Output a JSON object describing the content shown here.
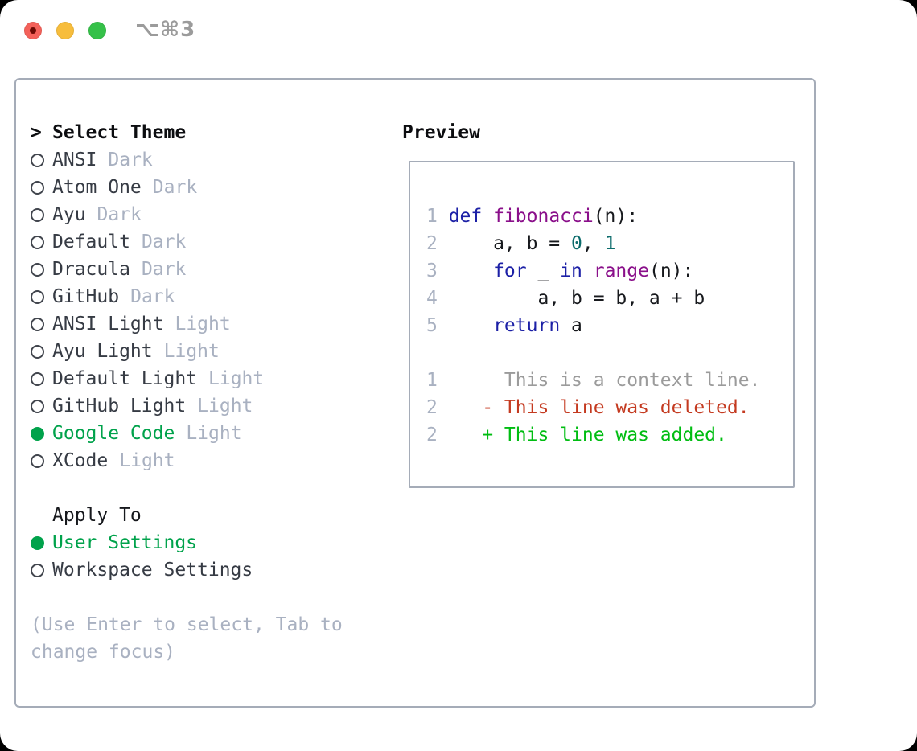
{
  "window": {
    "title": "⌥⌘3",
    "traffic_lights": {
      "close_color": "#f4615a",
      "close_dot_color": "#6d0a04",
      "minimize_color": "#f7bd3c",
      "zoom_color": "#35c149"
    }
  },
  "theme_picker": {
    "header_marker": ">",
    "header_label": "Select Theme",
    "themes": [
      {
        "name": "ANSI",
        "variant": "Dark",
        "selected": false
      },
      {
        "name": "Atom One",
        "variant": "Dark",
        "selected": false
      },
      {
        "name": "Ayu",
        "variant": "Dark",
        "selected": false
      },
      {
        "name": "Default",
        "variant": "Dark",
        "selected": false
      },
      {
        "name": "Dracula",
        "variant": "Dark",
        "selected": false
      },
      {
        "name": "GitHub",
        "variant": "Dark",
        "selected": false
      },
      {
        "name": "ANSI Light",
        "variant": "Light",
        "selected": false
      },
      {
        "name": "Ayu Light",
        "variant": "Light",
        "selected": false
      },
      {
        "name": "Default Light",
        "variant": "Light",
        "selected": false
      },
      {
        "name": "GitHub Light",
        "variant": "Light",
        "selected": false
      },
      {
        "name": "Google Code",
        "variant": "Light",
        "selected": true
      },
      {
        "name": "XCode",
        "variant": "Light",
        "selected": false
      }
    ],
    "apply_to_header": "Apply To",
    "apply_options": [
      {
        "label": "User Settings",
        "selected": true
      },
      {
        "label": "Workspace Settings",
        "selected": false
      }
    ],
    "hint_line1": "(Use Enter to select, Tab to",
    "hint_line2": "change focus)"
  },
  "preview": {
    "title": "Preview",
    "lines": [
      {
        "num": "1",
        "segments": [
          {
            "t": "def ",
            "c": "keyword"
          },
          {
            "t": "fibonacci",
            "c": "function"
          },
          {
            "t": "(n):",
            "c": "plain"
          }
        ]
      },
      {
        "num": "2",
        "segments": [
          {
            "t": "    a, b = ",
            "c": "plain"
          },
          {
            "t": "0",
            "c": "number"
          },
          {
            "t": ", ",
            "c": "plain"
          },
          {
            "t": "1",
            "c": "number"
          }
        ]
      },
      {
        "num": "3",
        "segments": [
          {
            "t": "    ",
            "c": "plain"
          },
          {
            "t": "for",
            "c": "keyword"
          },
          {
            "t": " _ ",
            "c": "plain"
          },
          {
            "t": "in",
            "c": "keyword"
          },
          {
            "t": " ",
            "c": "plain"
          },
          {
            "t": "range",
            "c": "function"
          },
          {
            "t": "(n):",
            "c": "plain"
          }
        ]
      },
      {
        "num": "4",
        "segments": [
          {
            "t": "        a, b = b, a + b",
            "c": "plain"
          }
        ]
      },
      {
        "num": "5",
        "segments": [
          {
            "t": "    ",
            "c": "plain"
          },
          {
            "t": "return",
            "c": "keyword"
          },
          {
            "t": " a",
            "c": "plain"
          }
        ]
      },
      {
        "num": "",
        "segments": []
      },
      {
        "num": "1",
        "segments": [
          {
            "t": "     This is a context line.",
            "c": "context"
          }
        ]
      },
      {
        "num": "2",
        "segments": [
          {
            "t": "   - This line was deleted.",
            "c": "deleted"
          }
        ]
      },
      {
        "num": "2",
        "segments": [
          {
            "t": "   + This line was added.",
            "c": "added"
          }
        ]
      }
    ]
  },
  "colors": {
    "keyword": "#1c20a6",
    "function": "#8a0f8a",
    "number": "#0b6b6b",
    "plain": "#17191d",
    "line_number": "#a9b1c1",
    "context": "#9b9b9b",
    "deleted": "#c43a20",
    "added": "#00bd12",
    "selection_green": "#00a24b",
    "muted_gray": "#a9b1c1",
    "title_gray": "#9b9b9b",
    "panel_border": "#a5acb8"
  }
}
